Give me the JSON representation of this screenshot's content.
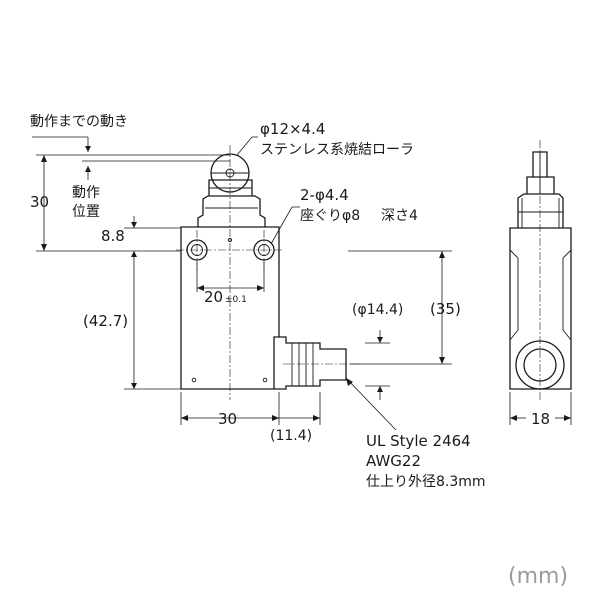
{
  "labels": {
    "travel": "動作までの動き",
    "roller_dia": "φ12×4.4",
    "roller_material": "ステンレス系焼結ローラ",
    "dim_30_vertical": "30",
    "op_position_1": "動作",
    "op_position_2": "位置",
    "dim_8_8": "8.8",
    "mount_holes": "2-φ4.4",
    "counterbore_1": "座ぐりφ8",
    "counterbore_2": "深さ4",
    "pitch_main": "20",
    "pitch_tol": "±0.1",
    "dim_42_7": "(42.7)",
    "conduit_dia": "(φ14.4)",
    "dim_35": "(35)",
    "width_30": "30",
    "dim_11_4": "(11.4)",
    "side_width_18": "18",
    "cable_1": "UL Style 2464",
    "cable_2": "AWG22",
    "cable_3": "仕上り外径8.3mm",
    "unit": "(mm)"
  }
}
